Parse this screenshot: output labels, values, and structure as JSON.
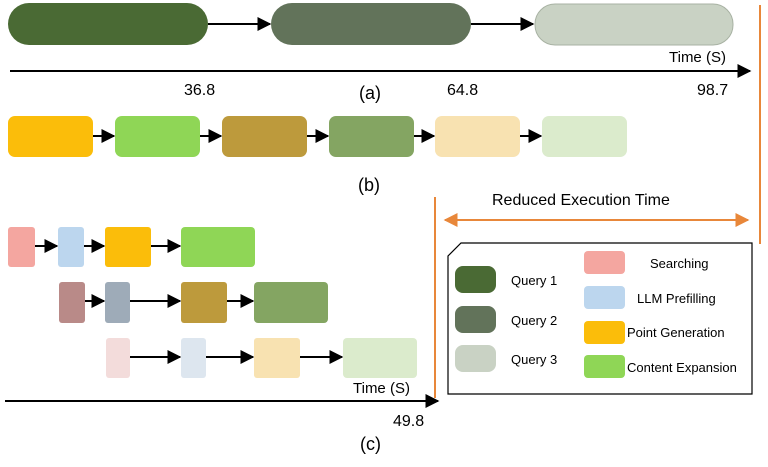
{
  "panel_a": {
    "caption": "(a)",
    "time_axis_label": "Time (S)",
    "ticks": [
      "36.8",
      "64.8",
      "98.7"
    ]
  },
  "panel_b": {
    "caption": "(b)"
  },
  "panel_c": {
    "caption": "(c)",
    "time_axis_label": "Time (S)",
    "tick": "49.8"
  },
  "reduced_execution_time": "Reduced Execution Time",
  "legend": {
    "queries": [
      {
        "label": "Query 1",
        "color": "#4a6a34"
      },
      {
        "label": "Query 2",
        "color": "#62735a"
      },
      {
        "label": "Query 3",
        "color": "#c9d2c4"
      }
    ],
    "stages": [
      {
        "label": "Searching",
        "color": "#f4a6a0"
      },
      {
        "label": "LLM Prefilling",
        "color": "#bcd6ee"
      },
      {
        "label": "Point Generation",
        "color": "#fbbd0a"
      },
      {
        "label": "Content Expansion",
        "color": "#8fd656"
      }
    ]
  },
  "colors": {
    "query1": "#4a6a34",
    "query2": "#62735a",
    "query3": "#c9d2c4",
    "point_gen_q1": "#fbbd0a",
    "content_exp_q1": "#8fd656",
    "point_gen_q2": "#bd9a3c",
    "content_exp_q2": "#84a562",
    "point_gen_q3": "#f8e2b1",
    "content_exp_q3": "#dbebcc",
    "search_q1": "#f4a6a0",
    "prefill_q1": "#bcd6ee",
    "search_q2": "#b98a88",
    "prefill_q2": "#9eabb8",
    "search_q3": "#f3dcdb",
    "prefill_q3": "#dde6ef",
    "accent": "#e8873a"
  }
}
